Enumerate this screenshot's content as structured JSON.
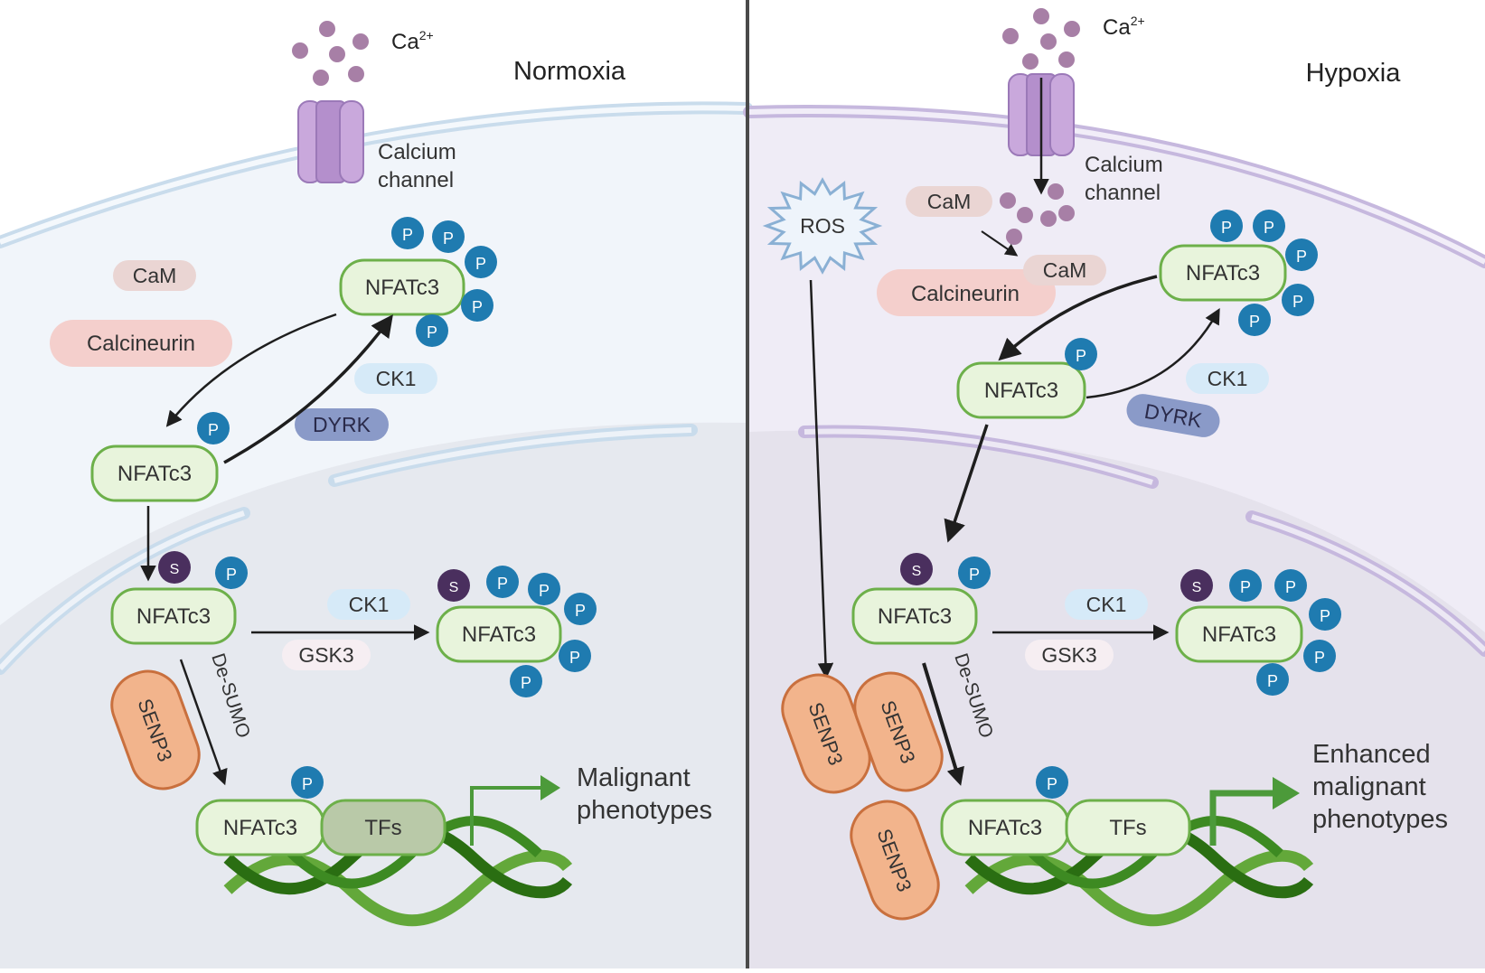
{
  "panels": {
    "left": {
      "title": "Normoxia"
    },
    "right": {
      "title": "Hypoxia"
    }
  },
  "labels": {
    "ca": "Ca",
    "ca_sup": "2+",
    "channel_line1": "Calcium",
    "channel_line2": "channel",
    "cam": "CaM",
    "calcineurin": "Calcineurin",
    "nfatc3": "NFATc3",
    "ck1": "CK1",
    "dyrk": "DYRK",
    "gsk3": "GSK3",
    "senp3": "SENP3",
    "tfs": "TFs",
    "desumo": "De-SUMO",
    "ros": "ROS",
    "p": "P",
    "s": "S"
  },
  "outcomes": {
    "left": [
      "Malignant",
      "phenotypes"
    ],
    "right": [
      "Enhanced",
      "malignant",
      "phenotypes"
    ]
  },
  "colors": {
    "cytoplasm_left": "#f1f5fa",
    "cytoplasm_right": "#efecf6",
    "nucleus_left": "#e6e9ef",
    "nucleus_right": "#e5e2ec",
    "membrane_left": "#c9dcec",
    "membrane_right": "#c6b8de",
    "nfat_fill": "#e8f4dc",
    "nfat_stroke": "#6db04a",
    "phospho": "#1f7bb0",
    "sumo": "#4a2f5e",
    "senp3_fill": "#f2b48c",
    "senp3_stroke": "#c9703e",
    "tfs_fill_left": "#b9c9a8",
    "tfs_fill_right": "#e8f4dc",
    "calcineurin": "#f4cfcc",
    "cam": "#ead5d3",
    "ck1": "#d6eaf8",
    "dyrk": "#8a9ac8",
    "gsk3": "#f6eef2",
    "ca_dot": "#a77fa6",
    "channel": "#c9a8dc",
    "dna_dark": "#2a6e12",
    "dna_light": "#63a83a",
    "arrow_green": "#4c9a3a",
    "divider": "#4a4a4a"
  }
}
